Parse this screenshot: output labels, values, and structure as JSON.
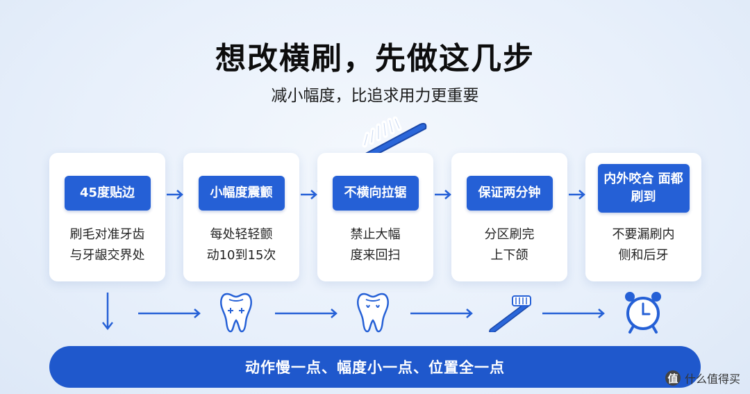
{
  "title": "想改横刷，先做这几步",
  "subtitle": "减小幅度，比追求用力更重要",
  "steps": [
    {
      "label": "45度贴边",
      "desc": "刷毛对准牙齿\n与牙龈交界处"
    },
    {
      "label": "小幅度震颤",
      "desc": "每处轻轻颤\n动10到15次"
    },
    {
      "label": "不横向拉锯",
      "desc": "禁止大幅\n度来回扫"
    },
    {
      "label": "保证两分钟",
      "desc": "分区刷完\n上下颌"
    },
    {
      "label": "内外咬合\n面都刷到",
      "desc": "不要漏刷内\n侧和后牙"
    }
  ],
  "bottom_bar": "动作慢一点、幅度小一点、位置全一点",
  "watermark": "什么值得买",
  "watermark_logo": "值",
  "icons": [
    "toothbrush-icon",
    "tooth-sparkle-icon",
    "tooth-icon",
    "toothbrush-icon",
    "alarm-clock-icon"
  ],
  "colors": {
    "accent": "#2560d6",
    "bar": "#1f58cc",
    "background": "#e8f0fb"
  }
}
